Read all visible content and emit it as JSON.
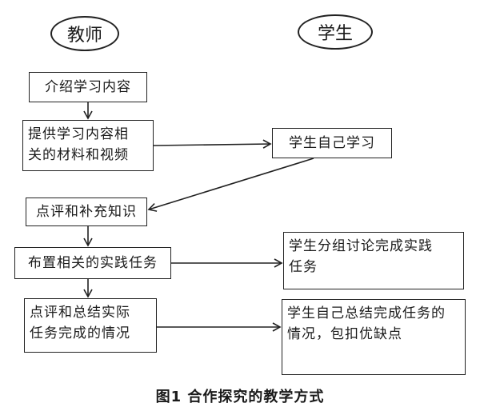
{
  "lanes": {
    "teacher": "教师",
    "student": "学生"
  },
  "teacher_steps": [
    {
      "lines": [
        "介绍学习内容"
      ]
    },
    {
      "lines": [
        "提供学习内容相",
        "关的材料和视频"
      ]
    },
    {
      "lines": [
        "点评和补充知识"
      ]
    },
    {
      "lines": [
        "布置相关的实践任务"
      ]
    },
    {
      "lines": [
        "点评和总结实际",
        "任务完成的情况"
      ]
    }
  ],
  "student_steps": [
    {
      "lines": [
        "学生自己学习"
      ]
    },
    {
      "lines": [
        "学生分组讨论完成实践",
        "任务"
      ]
    },
    {
      "lines": [
        "学生自己总结完成任务的",
        "情况，包扣优缺点"
      ]
    }
  ],
  "caption": "图1   合作探究的教学方式"
}
